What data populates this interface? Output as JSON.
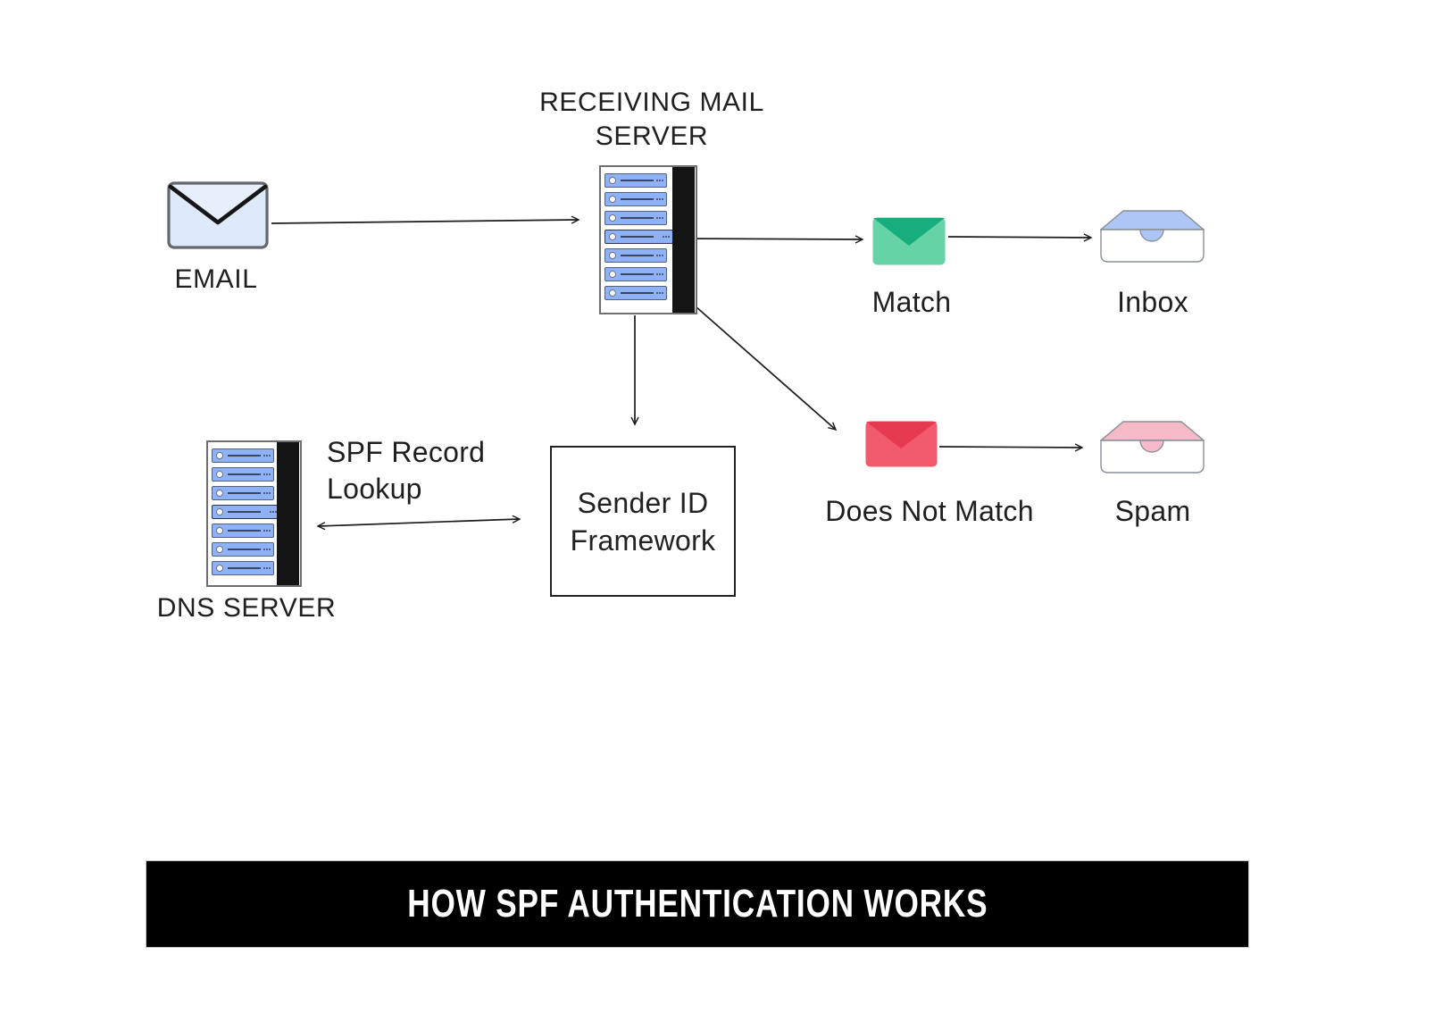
{
  "banner": {
    "label": "HOW SPF AUTHENTICATION WORKS"
  },
  "nodes": {
    "email": {
      "label": "EMAIL"
    },
    "receiving_server": {
      "line1": "RECEIVING MAIL",
      "line2": "SERVER"
    },
    "dns_server": {
      "label": "DNS SERVER"
    },
    "sender_id_framework": {
      "line1": "Sender ID",
      "line2": "Framework"
    },
    "spf_lookup": {
      "line1": "SPF Record",
      "line2": "Lookup"
    },
    "match": {
      "label": "Match"
    },
    "inbox": {
      "label": "Inbox"
    },
    "does_not_match": {
      "label": "Does Not Match"
    },
    "spam": {
      "label": "Spam"
    }
  },
  "colors": {
    "background": "#ffffff",
    "line": "#1c1c1c",
    "text": "#1f1f1f",
    "banner_bg": "#000000",
    "banner_text": "#ffffff",
    "server_slot_fill": "#8fb2f6",
    "server_slot_border": "#55617d",
    "server_side_panel": "#141414",
    "email_envelope_fill": "#dfe9fc",
    "email_envelope_flap_fill": "#e7effd",
    "email_envelope_border": "#63666b",
    "email_envelope_flap_line": "#161616",
    "match_envelope_body": "#66d3a7",
    "match_envelope_flap": "#16ae7d",
    "mismatch_envelope_body": "#f25b6b",
    "mismatch_envelope_flap": "#e63a50",
    "inbox_tray_top": "#aec6f6",
    "spam_tray_top": "#f6b9c7",
    "tray_body": "#ffffff",
    "tray_border": "#8a8f98"
  }
}
